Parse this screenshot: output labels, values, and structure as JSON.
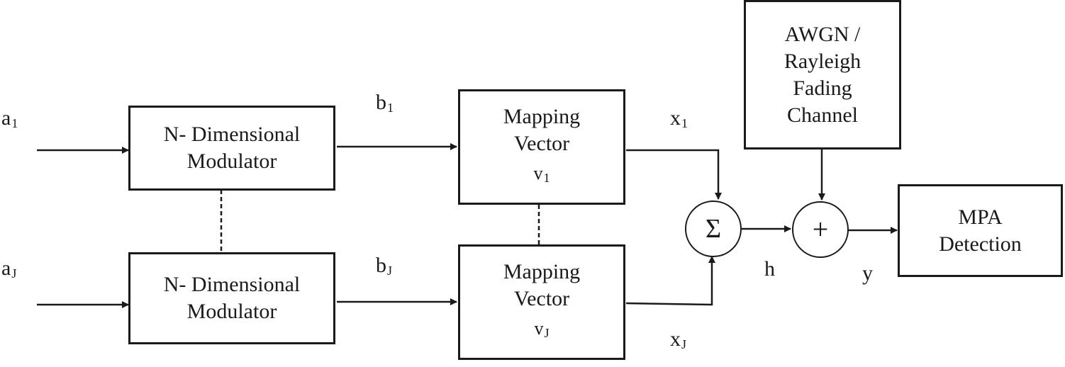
{
  "inputs": {
    "a1": {
      "base": "a",
      "sub": "1"
    },
    "aJ": {
      "base": "a",
      "sub": "J"
    }
  },
  "modulators": {
    "top": {
      "line1": "N- Dimensional",
      "line2": "Modulator"
    },
    "bottom": {
      "line1": "N- Dimensional",
      "line2": "Modulator"
    }
  },
  "coded": {
    "b1": {
      "base": "b",
      "sub": "1"
    },
    "bJ": {
      "base": "b",
      "sub": "J"
    }
  },
  "mappers": {
    "top": {
      "line1": "Mapping",
      "line2": "Vector",
      "var_base": "v",
      "var_sub": "1"
    },
    "bottom": {
      "line1": "Mapping",
      "line2": "Vector",
      "var_base": "v",
      "var_sub": "J"
    }
  },
  "mapped": {
    "x1": {
      "base": "x",
      "sub": "1"
    },
    "xJ": {
      "base": "x",
      "sub": "J"
    }
  },
  "channel": {
    "line1": "AWGN /",
    "line2": "Rayleigh",
    "line3": "Fading",
    "line4": "Channel"
  },
  "sum_symbol": "Σ",
  "plus_symbol": "+",
  "signals": {
    "h": "h",
    "y": "y"
  },
  "detector": {
    "line1": "MPA",
    "line2": "Detection"
  }
}
